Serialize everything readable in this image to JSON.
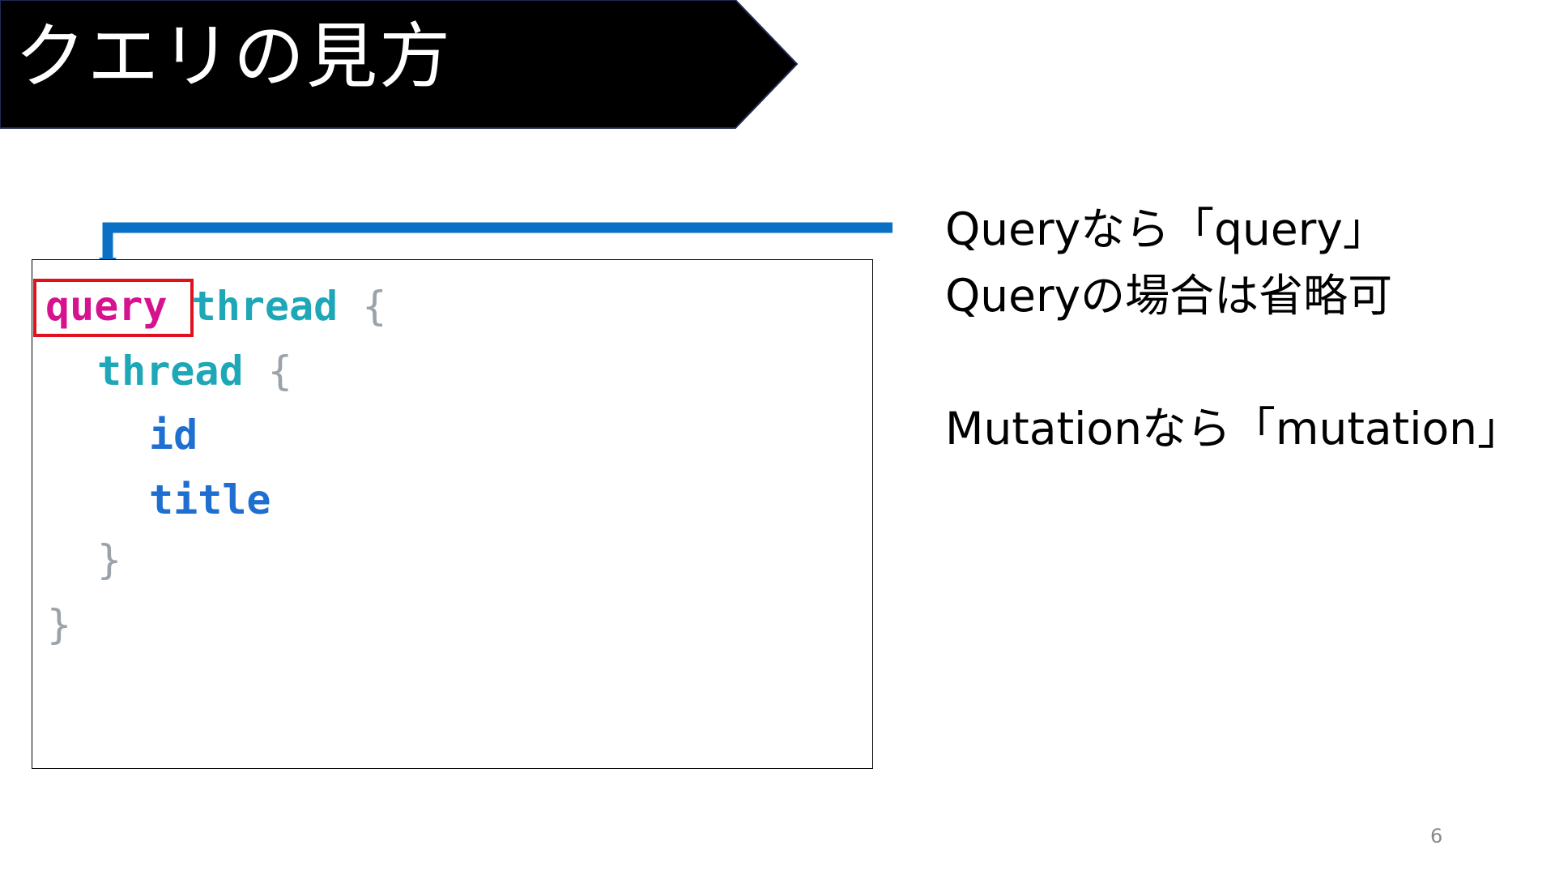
{
  "slide": {
    "title": "クエリの見方",
    "page_number": "6"
  },
  "code": {
    "lines": [
      {
        "keyword": "query",
        "name": "thread",
        "brace": "{"
      },
      {
        "name": "thread",
        "brace": "{"
      },
      {
        "field": "id"
      },
      {
        "field": "title"
      },
      {
        "brace": "}"
      },
      {
        "brace": "}"
      }
    ]
  },
  "notes": {
    "line1": "Queryなら「query」",
    "line2": "Queryの場合は省略可",
    "line3": "Mutationなら「mutation」"
  },
  "colors": {
    "title_bg": "#000000",
    "arrow": "#0a70c5",
    "highlight": "#e0101d",
    "keyword": "#d6138f",
    "type_name": "#1ea7b7",
    "field": "#1f6fd1"
  }
}
